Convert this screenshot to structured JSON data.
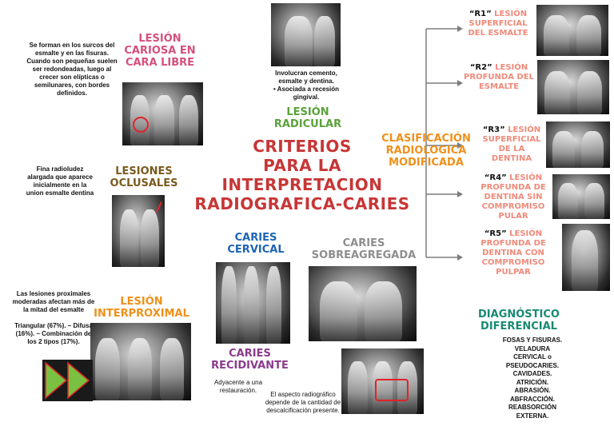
{
  "title": {
    "line1": "CRITERIOS",
    "line2": "PARA LA",
    "line3": "INTERPRETACION",
    "line4": "RADIOGRAFICA-CARIES"
  },
  "colors": {
    "title": "#c73636",
    "pink": "#d64f7e",
    "olive": "#7a5a1c",
    "orange": "#f0901a",
    "blue": "#1d64b4",
    "green": "#5aa23a",
    "purple": "#8a3b8c",
    "gray": "#8e8e8e",
    "salmon": "#f08a7a",
    "teal": "#178a72"
  },
  "cara_libre": {
    "heading": "LESIÓN CARIOSA EN CARA LIBRE",
    "note": "Se forman en los surcos del esmalte y en las fisuras.\nCuando son pequeñas suelen ser redondeadas, luego al crecer son elípticas o semilunares, con bordes definidos."
  },
  "oclusales": {
    "heading": "LESIONES OCLUSALES",
    "note": "Fina radioludez alargada que aparece inicialmente en la union esmalte dentina"
  },
  "interproximal": {
    "heading": "LESIÓN INTERPROXIMAL",
    "note1": "Las lesiones proximales moderadas afectan más de la mitad del esmalte",
    "note2": "Triangular (67%). – Difusa (16%). – Combinación de los 2 tipos (17%)."
  },
  "radicular": {
    "heading": "LESIÓN RADICULAR",
    "note": "Involucran cemento, esmalte y dentina.\n• Asociada a recesión gingival."
  },
  "cervical": {
    "heading": "CARIES CERVICAL"
  },
  "sobreagregada": {
    "heading": "CARIES SOBREAGREGADA"
  },
  "recidivante": {
    "heading": "CARIES RECIDIVANTE",
    "note": "Adyacente a una restauración."
  },
  "descalcificacion": {
    "note": "El aspecto radiográfico depende de la cantidad de descalcificación presente."
  },
  "clasificacion": {
    "heading": "CLASIFICACIÓN RADIOLOGICA MODIFICADA",
    "items": [
      {
        "code": "“R1”",
        "text": "LESIÓN SUPERFICIAL DEL ESMALTE"
      },
      {
        "code": "“R2”",
        "text": "LESIÓN PROFUNDA DEL ESMALTE"
      },
      {
        "code": "“R3”",
        "text": "LESIÓN SUPERFICIAL DE LA DENTINA"
      },
      {
        "code": "“R4”",
        "text": "LESIÓN PROFUNDA DE DENTINA SIN COMPROMISO PULAR"
      },
      {
        "code": "“R5”",
        "text": "LESIÓN PROFUNDA DE DENTINA CON COMPROMISO PULPAR"
      }
    ]
  },
  "diagnostico": {
    "heading": "DIAGNÓSTICO DIFERENCIAL",
    "items": [
      "FOSAS Y FISURAS.",
      "VELADURA",
      "CERVICAL o",
      "PSEUDOCARIES.",
      "CAVIDADES.",
      "ATRICIÓN.",
      "ABRASIÓN.",
      "ABFRACCIÓN.",
      "REABSORCIÓN",
      "EXTERNA."
    ]
  }
}
